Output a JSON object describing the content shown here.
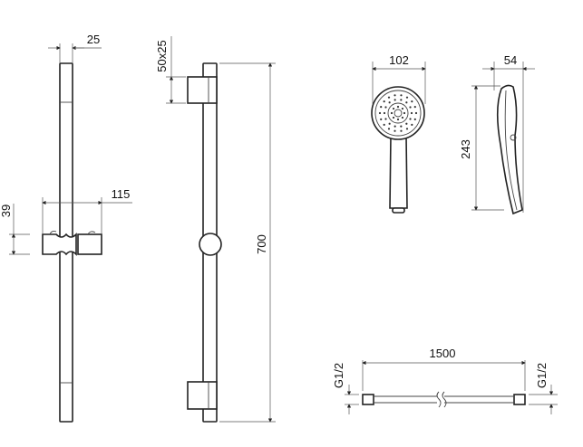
{
  "dimensions": {
    "rail_diameter": "25",
    "slider_width": "115",
    "slider_height": "39",
    "bracket_size": "50x25",
    "rail_length": "700",
    "head_diameter": "102",
    "head_depth": "54",
    "handshower_length": "243",
    "hose_length": "1500",
    "hose_thread_left": "G1/2",
    "hose_thread_right": "G1/2"
  }
}
